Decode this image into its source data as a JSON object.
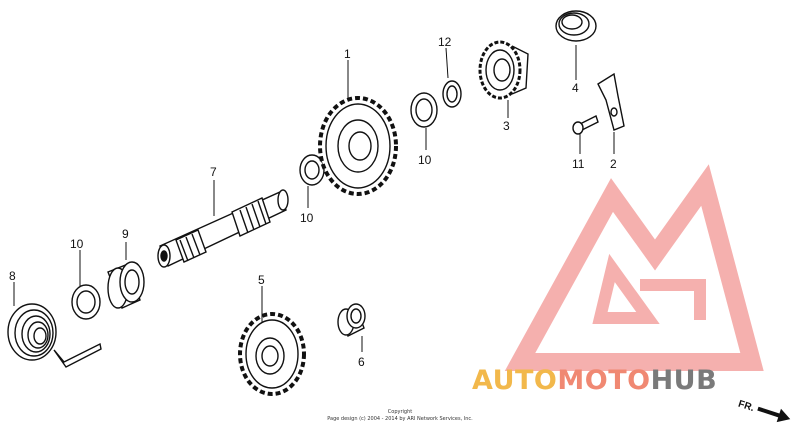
{
  "callouts": [
    {
      "id": "1",
      "label": "1"
    },
    {
      "id": "2",
      "label": "2"
    },
    {
      "id": "3",
      "label": "3"
    },
    {
      "id": "4",
      "label": "4"
    },
    {
      "id": "5",
      "label": "5"
    },
    {
      "id": "6",
      "label": "6"
    },
    {
      "id": "7",
      "label": "7"
    },
    {
      "id": "8",
      "label": "8"
    },
    {
      "id": "9",
      "label": "9"
    },
    {
      "id": "10a",
      "label": "10"
    },
    {
      "id": "10b",
      "label": "10"
    },
    {
      "id": "10c",
      "label": "10"
    },
    {
      "id": "11",
      "label": "11"
    },
    {
      "id": "12",
      "label": "12"
    }
  ],
  "copyright": {
    "line1": "Copyright",
    "line2": "Page design (c) 2004 - 2014 by ARI Network Services, Inc."
  },
  "watermark": {
    "part1": "AUTO",
    "part2": "MOTO",
    "part3": "HUB",
    "colors": {
      "auto": "#f2b84b",
      "moto": "#f08872",
      "hub": "#7a7a7a",
      "logo": "#f4a3a0"
    }
  },
  "direction_label": "FR."
}
